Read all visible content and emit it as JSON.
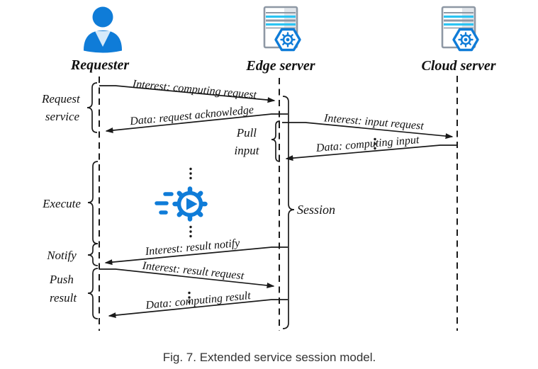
{
  "figure": {
    "caption": "Fig. 7.  Extended service session model.",
    "actors": [
      {
        "name": "Requester",
        "icon": "person-icon"
      },
      {
        "name": "Edge server",
        "icon": "server-icon"
      },
      {
        "name": "Cloud server",
        "icon": "server-icon"
      }
    ],
    "messages": [
      {
        "label": "Interest: computing request",
        "from": "Requester",
        "to": "Edge server"
      },
      {
        "label": "Data: request acknowledge",
        "from": "Edge server",
        "to": "Requester"
      },
      {
        "label": "Interest: input request",
        "from": "Edge server",
        "to": "Cloud server"
      },
      {
        "label": "Data: computing input",
        "from": "Cloud server",
        "to": "Edge server"
      },
      {
        "label": "Interest: result notify",
        "from": "Edge server",
        "to": "Requester"
      },
      {
        "label": "Interest: result request",
        "from": "Requester",
        "to": "Edge server"
      },
      {
        "label": "Data: computing result",
        "from": "Edge server",
        "to": "Requester"
      }
    ],
    "phases": {
      "request_service": [
        "Request",
        "service"
      ],
      "pull_input": [
        "Pull",
        "input"
      ],
      "execute": "Execute",
      "notify": "Notify",
      "push_result": [
        "Push",
        "result"
      ]
    },
    "session_label": "Session",
    "colors": {
      "icon_blue": "#0f7cd8",
      "icon_cyan": "#2bc4f2",
      "icon_gray": "#8e98a4",
      "neck_light": "#d6eafa",
      "line_black": "#1a1a1a",
      "caption_gray": "#333333"
    }
  }
}
